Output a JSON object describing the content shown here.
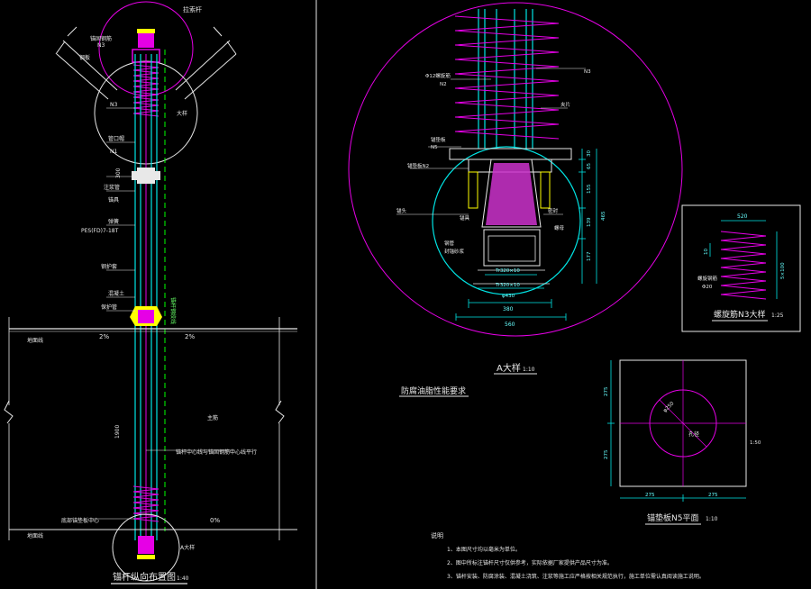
{
  "left_drawing": {
    "title": "锚杆纵向布置图",
    "scale": "1:40",
    "labels": {
      "top_right": "拉索杆",
      "top_left_a": "锚固钢筋",
      "top_left_b": "N3",
      "left_wing": "钢板",
      "n3": "N3",
      "big_circle_label": "大样",
      "n1": "N1",
      "pipe_cap": "管口帽",
      "grout_pipe": "注浆管",
      "ty_label": "锚具",
      "spec": "PES(FD)7-18T",
      "spring": "弹簧",
      "steel_cover": "钢护套",
      "concrete": "混凝土",
      "protect_tube": "保护管",
      "ground_left": "地面线",
      "ground_mid": "主筋",
      "slope_left": "2%",
      "slope_right": "2%",
      "label_depth": "1900",
      "long_note": "锚杆中心线与锚固钢筋中心线平行",
      "bottom_left": "底部锚垫板中心",
      "slope_bottom": "0%",
      "bottom_note": "地面线",
      "detail_a": "A大样",
      "dim_300": "300",
      "side_dim": "锚杆钢绞线"
    }
  },
  "right_drawing": {
    "a_detail_title": "A大样",
    "a_detail_scale": "1:10",
    "labels": {
      "spiral": "Φ12螺旋筋",
      "n2": "N2",
      "n3": "N3",
      "plate": "锚垫板",
      "n5": "N5",
      "anchor_plate": "锚垫板N2",
      "wedge": "夹片",
      "anchor": "锚具",
      "anchor_head": "锚头",
      "sealant": "密封",
      "pipe": "钢管",
      "seal2": "封锚砂浆",
      "nut": "螺母",
      "dim_380": "380",
      "dim_560": "560",
      "dim_t1": "Tr320×10",
      "dim_t2": "Tr320×10",
      "dim_phi": "φ430",
      "dim_30": "30",
      "dim_65": "65",
      "dim_155": "155",
      "dim_139": "139",
      "dim_177": "177",
      "dim_465": "465"
    },
    "section_note": "防腐油脂性能要求",
    "spiral_box": {
      "title": "螺旋筋N3大样",
      "scale": "1:25",
      "dim_width": "520",
      "dim_left": "10",
      "dim_right": "5×100",
      "label": "螺旋钢筋",
      "label2": "Φ20"
    },
    "plate_box": {
      "title": "锚垫板N5平面",
      "scale": "1:10",
      "center_label": "孔径",
      "diag_label": "φ250",
      "dim_left_top": "275",
      "dim_left_bottom": "275",
      "dim_bottom_left": "275",
      "dim_bottom_right": "275",
      "side_scale": "1:50"
    },
    "notes": {
      "heading": "说明",
      "items": [
        "1、本图尺寸均以毫米为单位。",
        "2、图中所标注锚杆尺寸仅供参考，实际依据厂家提供产品尺寸为准。",
        "3、锚杆安装、防腐涂装、混凝土浇筑、注浆等施工应严格按相关规范执行，施工单位需认真阅读施工说明。"
      ]
    }
  },
  "colors": {
    "background": "#000000",
    "cyan": "#00e5e5",
    "magenta": "#e600e6",
    "white": "#e8e8e8",
    "yellow": "#ffff00",
    "green": "#00ff00"
  }
}
